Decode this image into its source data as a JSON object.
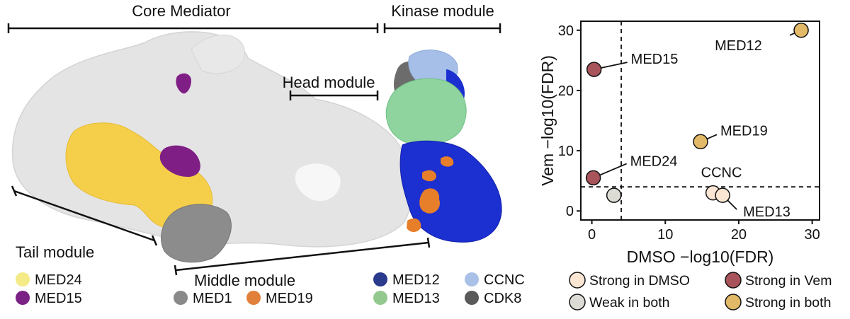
{
  "structure": {
    "labels": {
      "core_mediator": "Core Mediator",
      "kinase_module": "Kinase module",
      "head_module": "Head module",
      "tail_module": "Tail module",
      "middle_module": "Middle module"
    },
    "legend": [
      {
        "label": "MED24",
        "color": "#f4ea86"
      },
      {
        "label": "MED15",
        "color": "#7b2085"
      },
      {
        "label": "MED1",
        "color": "#8a8a8a"
      },
      {
        "label": "MED19",
        "color": "#e0803a"
      },
      {
        "label": "MED12",
        "color": "#2a3a8c"
      },
      {
        "label": "MED13",
        "color": "#93c98e"
      },
      {
        "label": "CCNC",
        "color": "#a9c1e6"
      },
      {
        "label": "CDK8",
        "color": "#5a5a5a"
      }
    ],
    "colors": {
      "core": "#e4e4e4",
      "med24": "#f6cf4a",
      "med15": "#7f1f86",
      "med1": "#8c8c8c",
      "med19": "#e67e2a",
      "med12": "#1c2fd0",
      "med13": "#8fd49e",
      "ccnc": "#a6bfe8",
      "cdk8": "#6c6c6c"
    }
  },
  "chart_data": {
    "type": "scatter",
    "xlabel": "DMSO −log10(FDR)",
    "ylabel": "Vem −log10(FDR)",
    "xlim": [
      -1.5,
      31
    ],
    "ylim": [
      -1.5,
      31.5
    ],
    "xticks": [
      0,
      10,
      20,
      30
    ],
    "yticks": [
      0,
      10,
      20,
      30
    ],
    "thresholds": {
      "x": 4,
      "y": 4
    },
    "categories": [
      {
        "key": "dmso",
        "name": "Strong in DMSO",
        "color": "#fbe6d4"
      },
      {
        "key": "vem",
        "name": "Strong in Vem",
        "color": "#a8545a"
      },
      {
        "key": "weak",
        "name": "Weak in both",
        "color": "#dcdcd4"
      },
      {
        "key": "both",
        "name": "Strong in both",
        "color": "#e2b967"
      }
    ],
    "points": [
      {
        "x": 28.5,
        "y": 30.0,
        "category": "both",
        "label": "MED12"
      },
      {
        "x": 0.3,
        "y": 23.5,
        "category": "vem",
        "label": "MED15"
      },
      {
        "x": 14.8,
        "y": 11.5,
        "category": "both",
        "label": "MED19"
      },
      {
        "x": 0.2,
        "y": 5.5,
        "category": "vem",
        "label": "MED24"
      },
      {
        "x": 16.5,
        "y": 3.0,
        "category": "dmso",
        "label": "CCNC"
      },
      {
        "x": 17.8,
        "y": 2.6,
        "category": "dmso",
        "label": "MED13"
      },
      {
        "x": 3.0,
        "y": 2.6,
        "category": "weak",
        "label": ""
      }
    ]
  }
}
